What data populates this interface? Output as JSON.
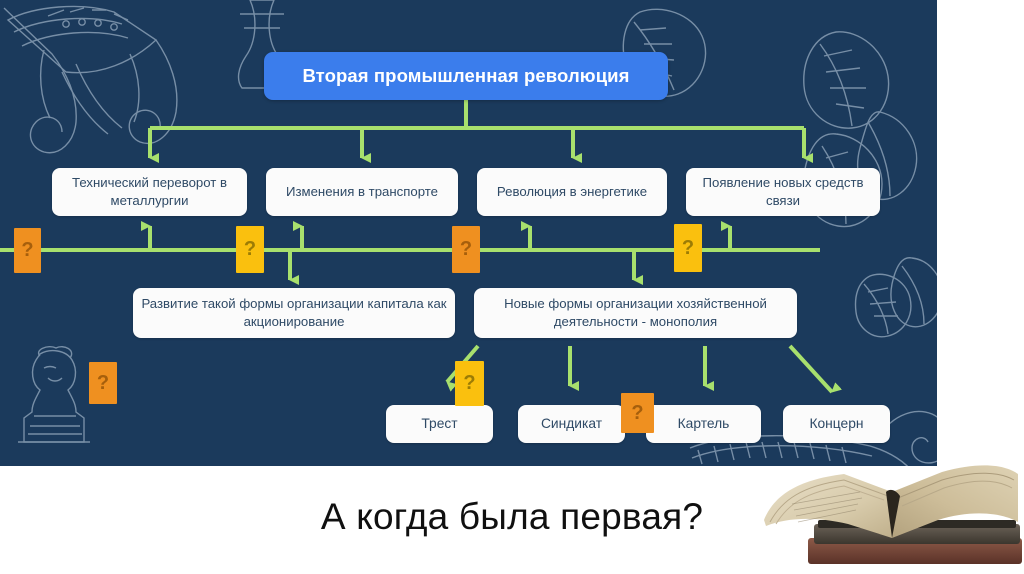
{
  "slide": {
    "title": "Вторая промышленная революция",
    "caption": "А когда была первая?",
    "colors": {
      "background": "#1b3a5c",
      "title_banner": "#3b7dec",
      "arrow_green": "#a8e06d",
      "badge_orange": "#ef9020",
      "badge_yellow": "#fac00e",
      "node_fill": "#fbfbfb",
      "node_text": "#2f4a66"
    },
    "rows": {
      "level2": [
        {
          "label": "Технический переворот в металлургии"
        },
        {
          "label": "Изменения в транспорте"
        },
        {
          "label": "Революция в энергетике"
        },
        {
          "label": "Появление новых средств связи"
        }
      ],
      "level3": [
        {
          "label": "Развитие такой формы организации капитала как акционирование"
        },
        {
          "label": "Новые формы организации хозяйственной деятельности - монополия"
        }
      ],
      "level4": [
        {
          "label": "Трест"
        },
        {
          "label": "Синдикат"
        },
        {
          "label": "Картель"
        },
        {
          "label": "Концерн"
        }
      ]
    },
    "badges": [
      {
        "id": "badge-left-edge",
        "glyph": "?",
        "color": "orange"
      },
      {
        "id": "badge-row-mid-1",
        "glyph": "?",
        "color": "yellow"
      },
      {
        "id": "badge-row-mid-2",
        "glyph": "?",
        "color": "orange"
      },
      {
        "id": "badge-row-mid-3",
        "glyph": "?",
        "color": "yellow"
      },
      {
        "id": "badge-lower-left",
        "glyph": "?",
        "color": "orange"
      },
      {
        "id": "badge-trest",
        "glyph": "?",
        "color": "yellow"
      },
      {
        "id": "badge-syndikat",
        "glyph": "?",
        "color": "orange"
      }
    ],
    "icons": {
      "arrow_down": "arrow-down-icon",
      "arrow_up": "arrow-up-icon",
      "arrow_diagonal": "arrow-diagonal-icon",
      "book": "open-book-photo",
      "column": "ionic-column-sketch",
      "leaves": "leaf-sketch",
      "statue": "statue-sketch"
    }
  }
}
